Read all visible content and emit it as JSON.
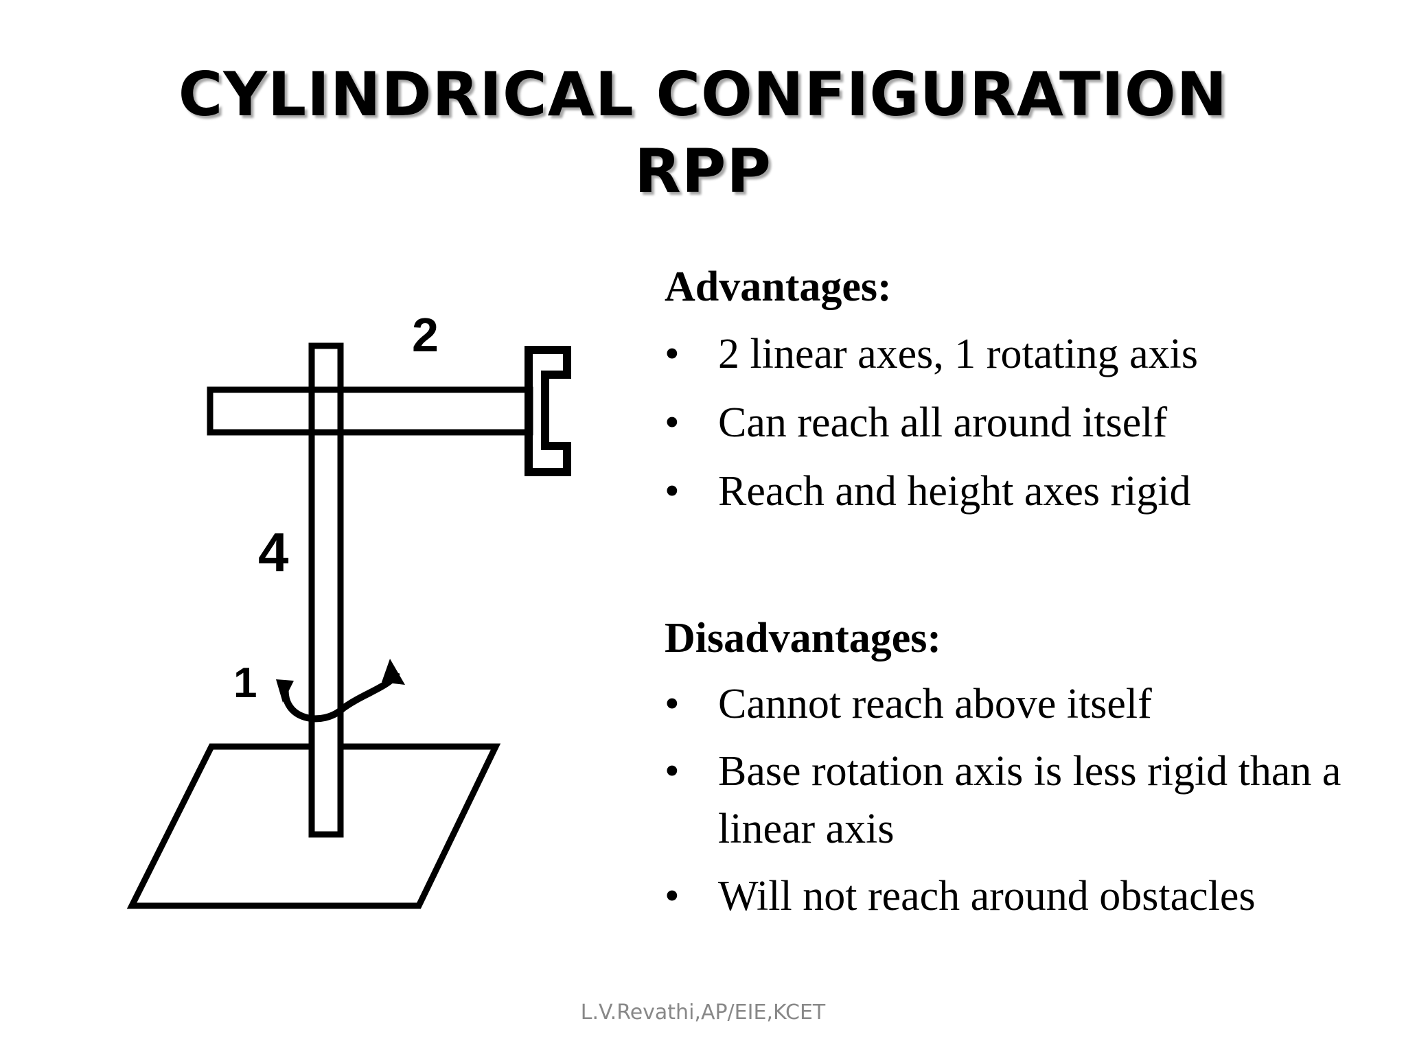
{
  "title": {
    "line1": "CYLINDRICAL CONFIGURATION",
    "line2": "RPP"
  },
  "diagram": {
    "labels": {
      "top": "2",
      "left": "4",
      "bottom": "1"
    }
  },
  "advantages": {
    "heading": "Advantages:",
    "items": [
      "2 linear axes, 1 rotating axis",
      "Can reach all around itself",
      "Reach and height axes rigid"
    ]
  },
  "disadvantages": {
    "heading": "Disadvantages:",
    "items": [
      "Cannot reach above itself",
      "Base rotation axis is less rigid than a linear axis",
      "Will not reach around obstacles"
    ]
  },
  "bullet_char": "•",
  "footer": "L.V.Revathi,AP/EIE,KCET"
}
